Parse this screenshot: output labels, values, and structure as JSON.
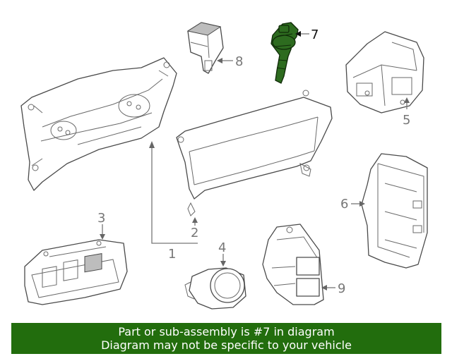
{
  "diagram": {
    "callouts": [
      {
        "id": "1",
        "label": "1"
      },
      {
        "id": "2",
        "label": "2"
      },
      {
        "id": "3",
        "label": "3"
      },
      {
        "id": "4",
        "label": "4"
      },
      {
        "id": "5",
        "label": "5"
      },
      {
        "id": "6",
        "label": "6"
      },
      {
        "id": "7",
        "label": "7",
        "highlighted": true
      },
      {
        "id": "8",
        "label": "8"
      },
      {
        "id": "9",
        "label": "9"
      }
    ],
    "highlight_color": "#2d6b1f"
  },
  "banner": {
    "line1": "Part or sub-assembly is #7 in diagram",
    "line2": "Diagram may not be specific to your vehicle",
    "background": "#226d0d"
  }
}
